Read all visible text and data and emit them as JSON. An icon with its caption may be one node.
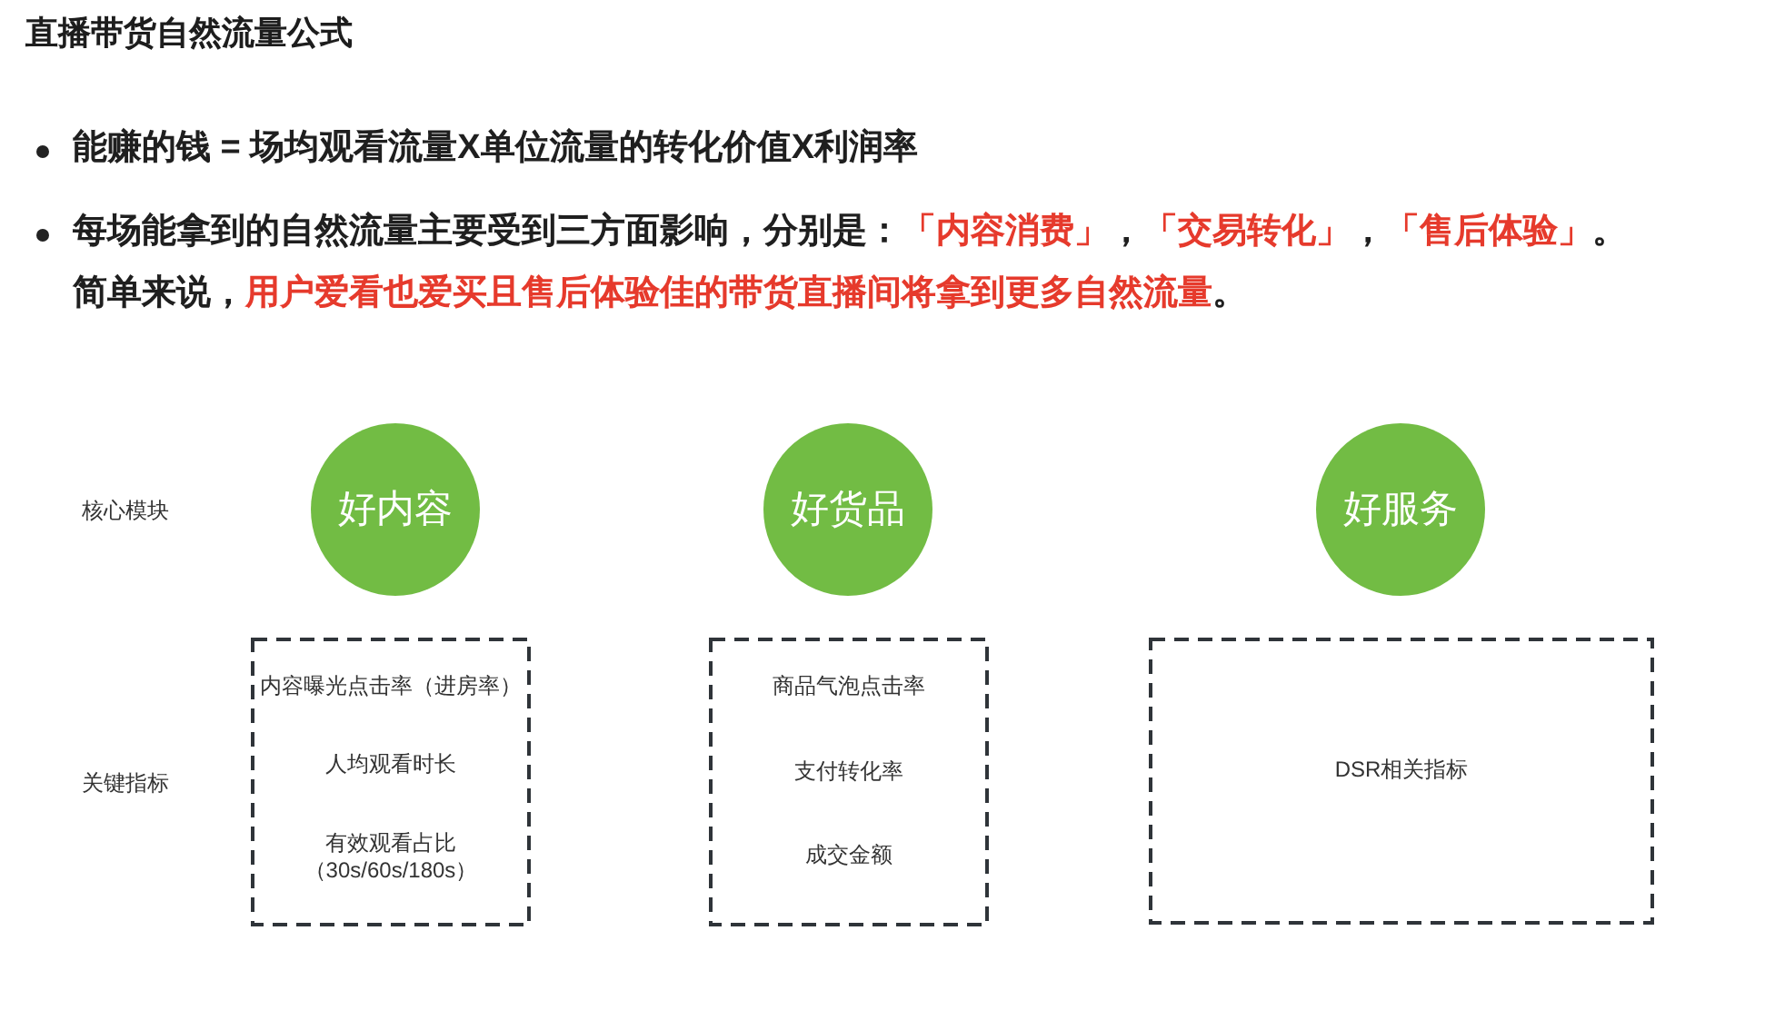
{
  "diagram": {
    "title": "直播带货自然流量公式",
    "nodes": [
      {
        "text": [
          "好内容"
        ]
      },
      {
        "text": [
          "好货品"
        ]
      },
      {
        "text": [
          "好服务"
        ]
      },
      {
        "text": [
          "内容曝光点击率（进房率）",
          "人均观看时长",
          "有效观看占比（30s/60s/180s）"
        ]
      },
      {
        "text": [
          "商品气泡点击率",
          "支付转化率",
          "成交金额"
        ]
      },
      {
        "text": [
          "DSR相关指标"
        ]
      }
    ],
    "labels": [
      "能赚的钱 = 场均观看流量X单位流量的转化价值X利润率",
      "每场能拿到的自然流量主要受到三方面影响，分别是：**「内容消费」**，**「交易转化」**，**「售后体验」**。简单来说，**用户爱看也爱买且售后体验佳的带货直播间将拿到更多自然流量**。",
      "核心模块",
      "关键指标"
    ]
  }
}
